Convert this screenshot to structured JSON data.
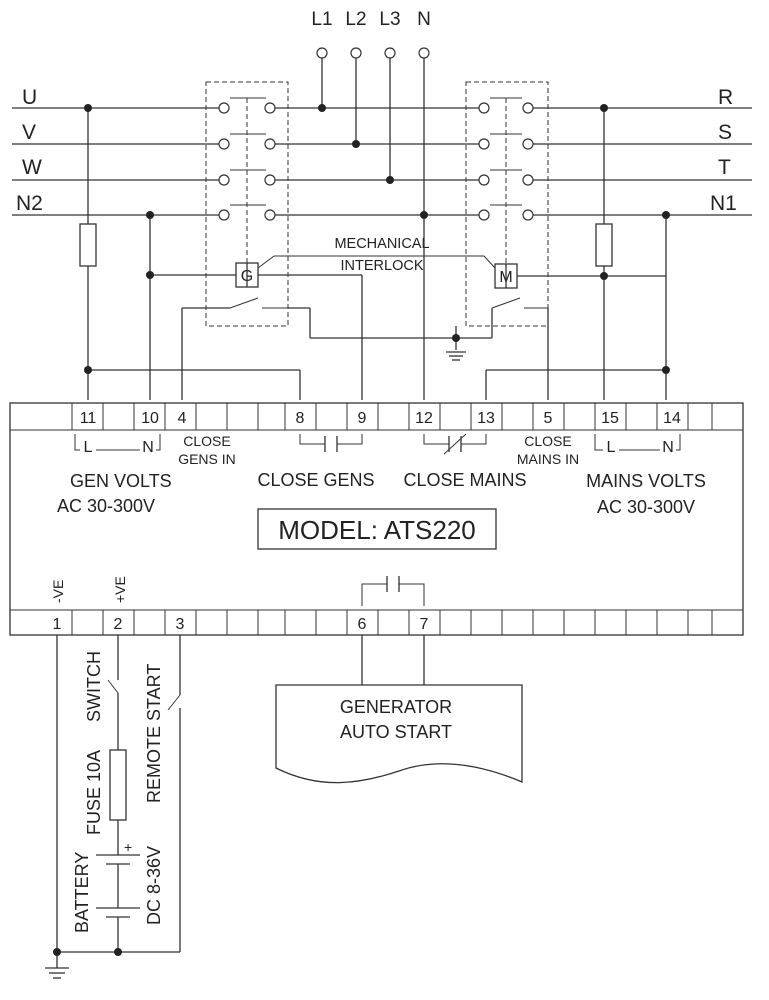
{
  "supply_labels": {
    "l1": "L1",
    "l2": "L2",
    "l3": "L3",
    "n": "N"
  },
  "gen_bus_labels": {
    "u": "U",
    "v": "V",
    "w": "W",
    "n2": "N2"
  },
  "mains_bus_labels": {
    "r": "R",
    "s": "S",
    "t": "T",
    "n1": "N1"
  },
  "contactors": {
    "gen_coil": "G",
    "mains_coil": "M"
  },
  "interlock": {
    "line1": "MECHANICAL",
    "line2": "INTERLOCK"
  },
  "top_terminals": {
    "t11": "11",
    "t10": "10",
    "t4": "4",
    "t8": "8",
    "t9": "9",
    "t12": "12",
    "t13": "13",
    "t5": "5",
    "t15": "15",
    "t14": "14"
  },
  "bottom_terminals": {
    "t1": "1",
    "t2": "2",
    "t3": "3",
    "t6": "6",
    "t7": "7"
  },
  "labels": {
    "gen_l": "L",
    "gen_n": "N",
    "mains_l": "L",
    "mains_n": "N",
    "close_gens_in_1": "CLOSE",
    "close_gens_in_2": "GENS IN",
    "close_mains_in_1": "CLOSE",
    "close_mains_in_2": "MAINS IN",
    "close_gens": "CLOSE GENS",
    "close_mains": "CLOSE MAINS",
    "gen_volts_1": "GEN VOLTS",
    "gen_volts_2": "AC 30-300V",
    "mains_volts_1": "MAINS VOLTS",
    "mains_volts_2": "AC 30-300V",
    "model": "MODEL: ATS220",
    "neg_ve": "-VE",
    "pos_ve": "+VE",
    "generator_auto_start_1": "GENERATOR",
    "generator_auto_start_2": "AUTO START",
    "fuse": "FUSE 10A",
    "switch": "SWITCH",
    "remote_start": "REMOTE START",
    "battery": "BATTERY",
    "dc": "DC 8-36V"
  }
}
